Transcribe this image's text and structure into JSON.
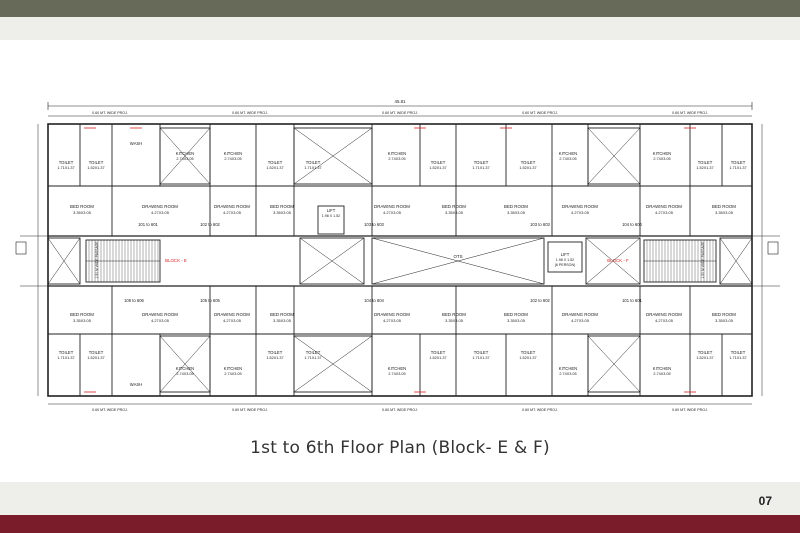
{
  "caption": "1st to 6th Floor Plan (Block- E & F)",
  "page_number": "07",
  "colors": {
    "top_band": "#676a58",
    "bottom_band": "#7a1c2a",
    "light_band": "#eeeeea",
    "line": "#222222",
    "red_mark": "#d02020"
  },
  "plan": {
    "overall_dim": "45.81",
    "projection_label": "0.60 MT. WIDE PROJ.",
    "top_rooms": [
      {
        "name": "TOILET",
        "size": "1.71X1.37"
      },
      {
        "name": "TOILET",
        "size": "1.52X1.37"
      },
      {
        "name": "WASH",
        "size": ""
      },
      {
        "name": "KITCHEN",
        "size": "2.74X3.05"
      },
      {
        "name": "KITCHEN",
        "size": "2.74X3.05"
      },
      {
        "name": "TOILET",
        "size": "1.52X1.37"
      },
      {
        "name": "TOILET",
        "size": "1.71X1.37"
      },
      {
        "name": "KITCHEN",
        "size": "2.74X3.05"
      },
      {
        "name": "TOILET",
        "size": "1.52X1.37"
      },
      {
        "name": "TOILET",
        "size": "1.71X1.37"
      },
      {
        "name": "TOILET",
        "size": "1.52X1.37"
      },
      {
        "name": "KITCHEN",
        "size": "2.74X3.05"
      },
      {
        "name": "KITCHEN",
        "size": "2.74X3.05"
      },
      {
        "name": "TOILET",
        "size": "1.52X1.37"
      },
      {
        "name": "TOILET",
        "size": "1.71X1.37"
      }
    ],
    "top_main_rooms": [
      {
        "name": "BED ROOM",
        "size": "3.35X3.05"
      },
      {
        "name": "DRAWING ROOM",
        "size": "4.27X3.05"
      },
      {
        "name": "DRAWING ROOM",
        "size": "4.27X3.05"
      },
      {
        "name": "BED ROOM",
        "size": "3.35X3.05"
      },
      {
        "name": "DRAWING ROOM",
        "size": "4.27X3.05"
      },
      {
        "name": "BED ROOM",
        "size": "3.35X3.05"
      },
      {
        "name": "BED ROOM",
        "size": "3.35X3.05"
      },
      {
        "name": "DRAWING ROOM",
        "size": "4.27X3.05"
      },
      {
        "name": "DRAWING ROOM",
        "size": "4.27X3.05"
      },
      {
        "name": "BED ROOM",
        "size": "3.35X3.05"
      }
    ],
    "unit_labels_top": [
      "101 to 601",
      "102 to 602",
      "103 to 603",
      "103 to 603",
      "104 to 604"
    ],
    "unit_labels_bottom": [
      "106 to 606",
      "105 to 605",
      "104 to 604",
      "102 to 602",
      "101 to 601"
    ],
    "bottom_main_rooms": [
      {
        "name": "BED ROOM",
        "size": "3.35X3.05"
      },
      {
        "name": "DRAWING ROOM",
        "size": "4.27X3.05"
      },
      {
        "name": "DRAWING ROOM",
        "size": "4.27X3.05"
      },
      {
        "name": "BED ROOM",
        "size": "3.35X3.05"
      },
      {
        "name": "DRAWING ROOM",
        "size": "4.27X3.05"
      },
      {
        "name": "BED ROOM",
        "size": "3.35X3.05"
      },
      {
        "name": "BED ROOM",
        "size": "3.35X3.05"
      },
      {
        "name": "DRAWING ROOM",
        "size": "4.27X3.05"
      },
      {
        "name": "DRAWING ROOM",
        "size": "4.27X3.05"
      },
      {
        "name": "BED ROOM",
        "size": "3.35X3.05"
      }
    ],
    "bottom_rooms": [
      {
        "name": "TOILET",
        "size": "1.71X1.37"
      },
      {
        "name": "TOILET",
        "size": "1.52X1.37"
      },
      {
        "name": "WASH",
        "size": ""
      },
      {
        "name": "KITCHEN",
        "size": "2.74X3.05"
      },
      {
        "name": "KITCHEN",
        "size": "2.74X3.05"
      },
      {
        "name": "TOILET",
        "size": "1.52X1.37"
      },
      {
        "name": "TOILET",
        "size": "1.71X1.37"
      },
      {
        "name": "KITCHEN",
        "size": "2.74X3.05"
      },
      {
        "name": "TOILET",
        "size": "1.52X1.37"
      },
      {
        "name": "TOILET",
        "size": "1.71X1.37"
      },
      {
        "name": "TOILET",
        "size": "1.52X1.37"
      },
      {
        "name": "KITCHEN",
        "size": "2.74X3.05"
      },
      {
        "name": "KITCHEN",
        "size": "2.74X3.05"
      },
      {
        "name": "TOILET",
        "size": "1.52X1.37"
      },
      {
        "name": "TOILET",
        "size": "1.71X1.37"
      }
    ],
    "block_e_label": "BLOCK - E",
    "block_f_label": "BLOCK - F",
    "lift_label": "LIFT",
    "lift_size": "1.98 X 1.52",
    "lift_capacity": "(6 PERSON)",
    "otr_label": "OTS",
    "passage_label": "1.50 M WIDE PASSAGE"
  }
}
